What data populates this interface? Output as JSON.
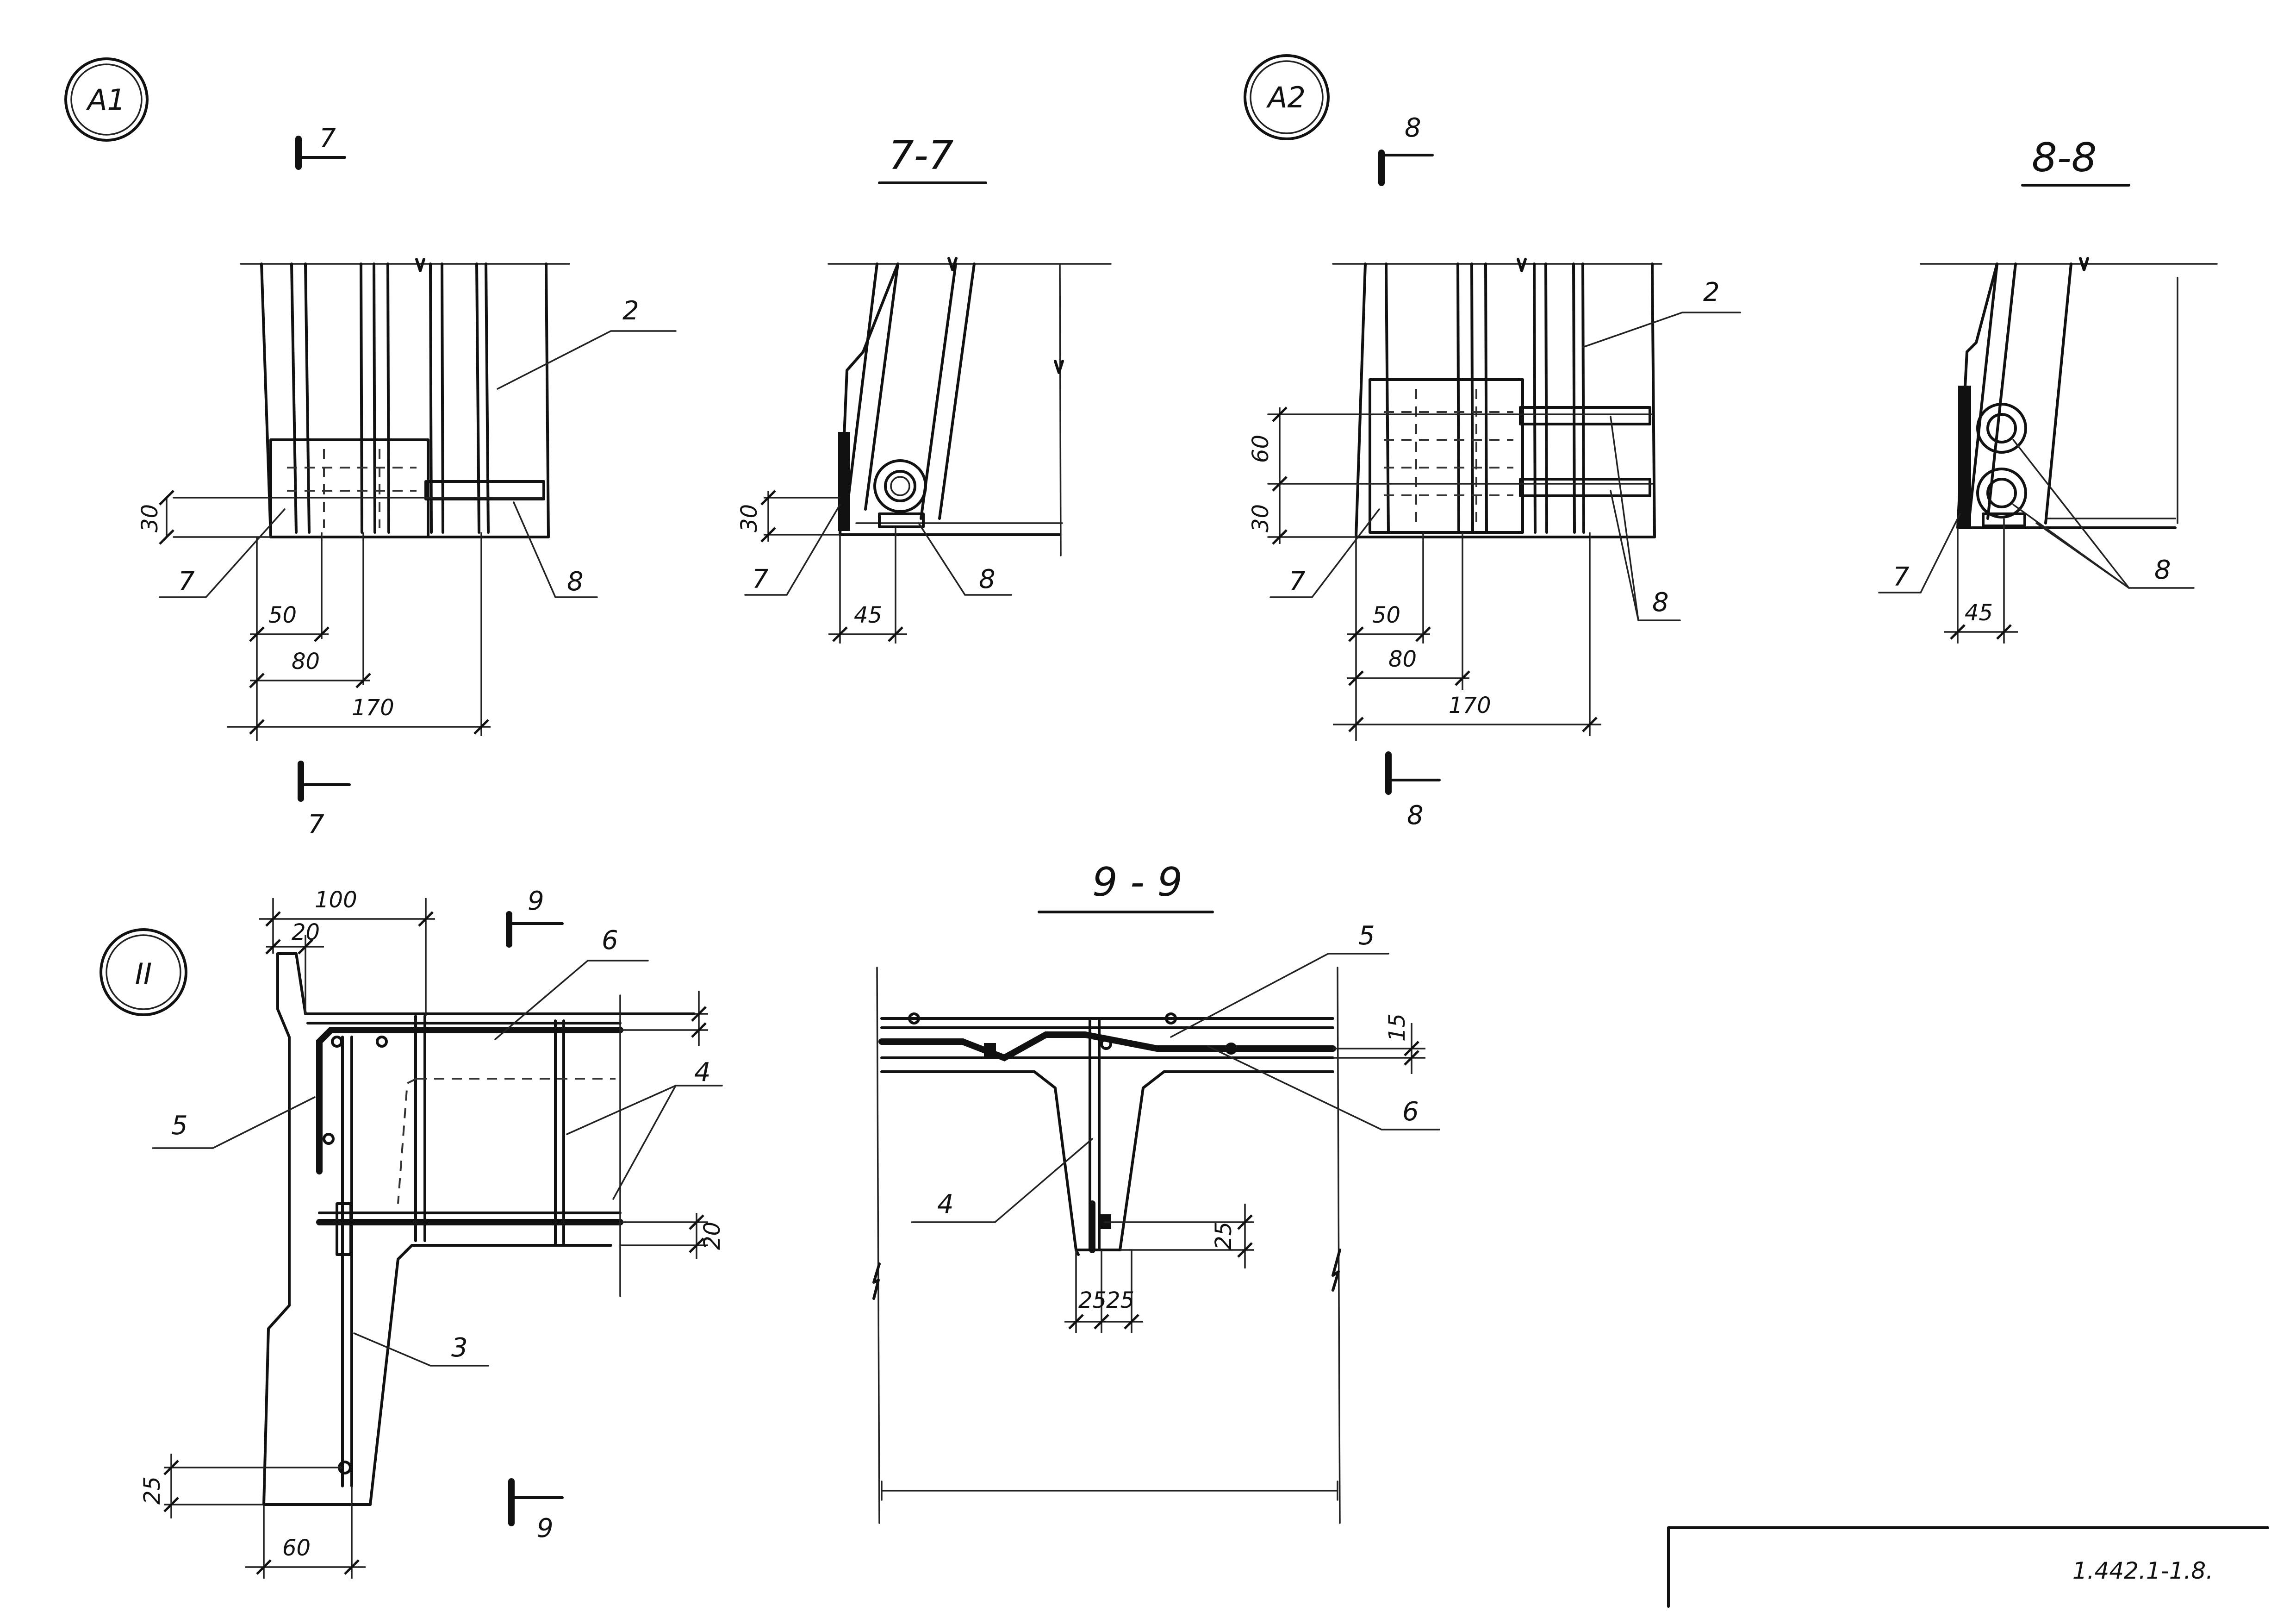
{
  "views": {
    "a1": {
      "callout": "A1",
      "cut_mark": "7",
      "labels": {
        "bar2": "2",
        "bar7": "7",
        "bar8": "8"
      },
      "dims": {
        "h30": "30",
        "w50": "50",
        "w80": "80",
        "w170": "170"
      }
    },
    "s77": {
      "title": "7-7",
      "labels": {
        "bar7": "7",
        "bar8": "8"
      },
      "dims": {
        "h30": "30",
        "w45": "45"
      }
    },
    "a2": {
      "callout": "A2",
      "cut_mark": "8",
      "labels": {
        "bar2": "2",
        "bar7": "7",
        "bar8": "8"
      },
      "dims": {
        "h60": "60",
        "h30": "30",
        "w50": "50",
        "w80": "80",
        "w170": "170"
      }
    },
    "s88": {
      "title": "8-8",
      "labels": {
        "bar7": "7",
        "bar8": "8"
      },
      "dims": {
        "w45": "45"
      }
    },
    "node2": {
      "callout": "II",
      "cut_mark": "9",
      "labels": {
        "bar3": "3",
        "bar4": "4",
        "bar5": "5",
        "bar6": "6"
      },
      "dims": {
        "w100": "100",
        "w20": "20",
        "w60": "60",
        "h25": "25",
        "h20": "20"
      }
    },
    "s99": {
      "title": "9 - 9",
      "labels": {
        "bar4": "4",
        "bar5": "5",
        "bar6": "6"
      },
      "dims": {
        "h15": "15",
        "h25": "25",
        "w25a": "25",
        "w25b": "25"
      }
    }
  },
  "title_block": {
    "code": "1.442.1-1.8."
  }
}
